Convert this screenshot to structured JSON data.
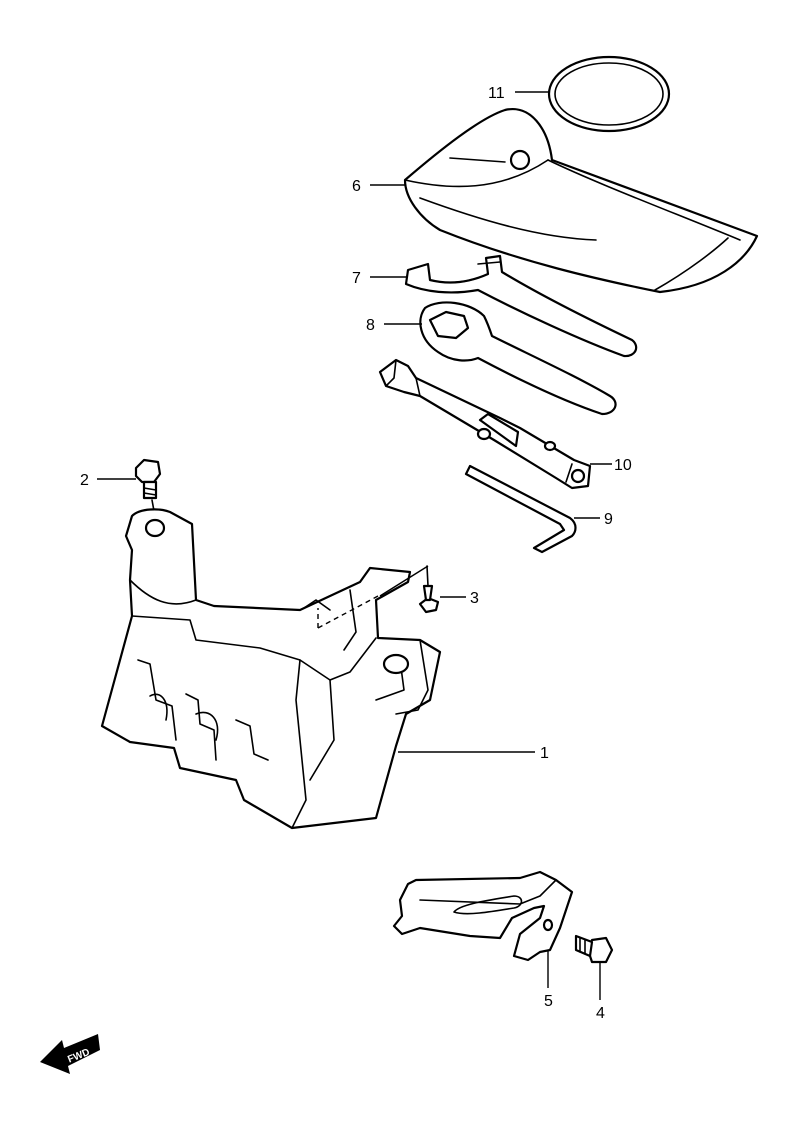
{
  "callouts": {
    "p1": "1",
    "p2": "2",
    "p3": "3",
    "p4": "4",
    "p5": "5",
    "p6": "6",
    "p7": "7",
    "p8": "8",
    "p9": "9",
    "p10": "10",
    "p11": "11"
  },
  "fwd_label": "FWD"
}
